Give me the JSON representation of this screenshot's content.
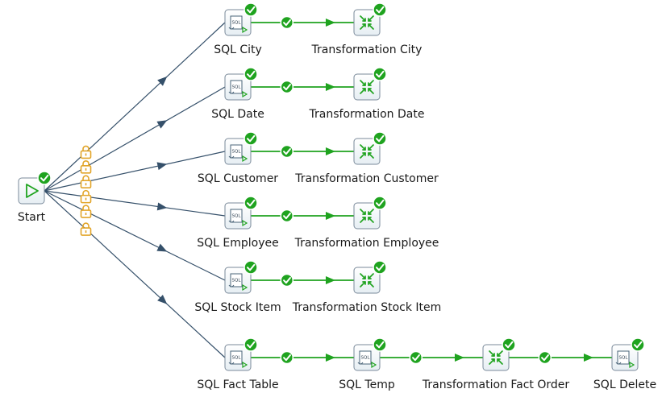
{
  "workflow": {
    "start": {
      "label": "Start"
    },
    "steps": {
      "sql_city": "SQL City",
      "trans_city": "Transformation City",
      "sql_date": "SQL Date",
      "trans_date": "Transformation Date",
      "sql_customer": "SQL Customer",
      "trans_customer": "Transformation Customer",
      "sql_employee": "SQL Employee",
      "trans_employee": "Transformation Employee",
      "sql_stock": "SQL Stock Item",
      "trans_stock": "Transformation Stock Item",
      "sql_fact": "SQL Fact Table",
      "sql_temp": "SQL Temp",
      "trans_fact_order": "Transformation Fact Order",
      "sql_delete": "SQL Delete"
    },
    "icon_text": "SQL",
    "colors": {
      "success": "#1fa31f",
      "hop_lock": "#e2a52a",
      "hop_line": "#35506a",
      "node_border": "#7a8a9a"
    }
  }
}
